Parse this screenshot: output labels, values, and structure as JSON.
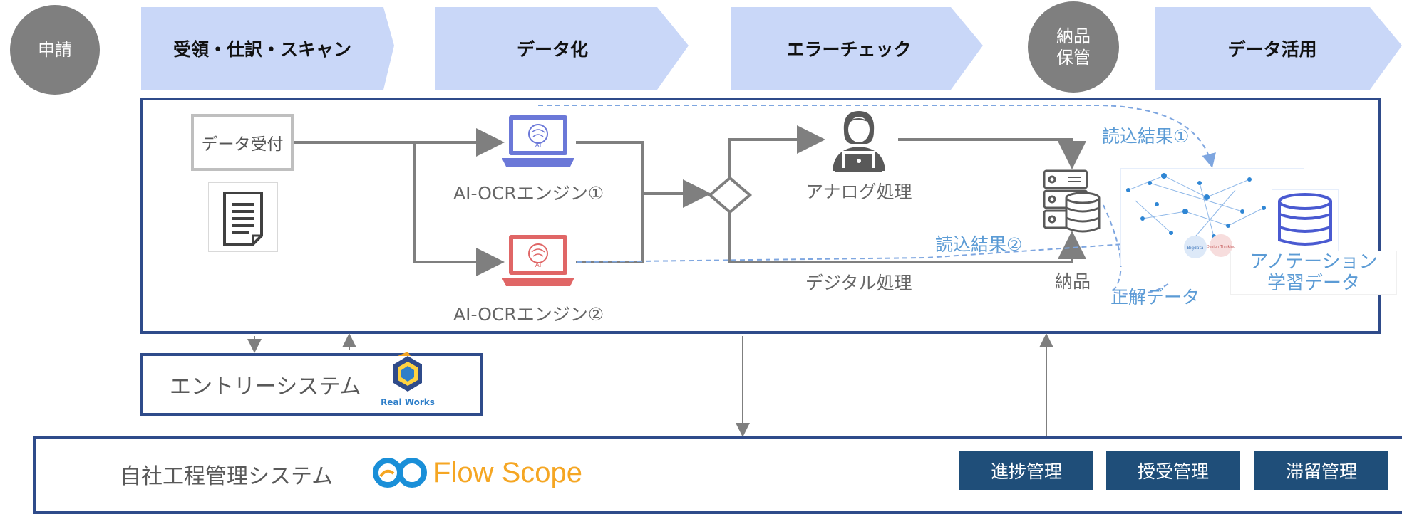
{
  "stages": {
    "apply": "申請",
    "receive": "受領・仕訳・スキャン",
    "datafy": "データ化",
    "error_check": "エラーチェック",
    "delivery_storage": [
      "納品",
      "保管"
    ],
    "data_use": "データ活用"
  },
  "flow": {
    "data_reception": "データ受付",
    "ocr_engine_1": "AI-OCRエンジン①",
    "ocr_engine_2": "AI-OCRエンジン②",
    "analog_processing": "アナログ処理",
    "digital_processing": "デジタル処理",
    "delivery": "納品",
    "read_result_1": "読込結果①",
    "read_result_2": "読込結果②",
    "correct_data": "正解データ",
    "annotation": [
      "アノテーション",
      "学習データ"
    ],
    "ai_label": "AI",
    "network_labels": [
      "Bigdata",
      "Design Thinking"
    ]
  },
  "entry_system": {
    "label": "エントリーシステム",
    "logo_text": "Real Works"
  },
  "process_system": {
    "label": "自社工程管理システム",
    "logo_text": "Flow Scope",
    "buttons": [
      "進捗管理",
      "授受管理",
      "滞留管理"
    ]
  },
  "colors": {
    "chevron": "#c9d7f8",
    "frame": "#2f4b8a",
    "button": "#1f4e79",
    "highlight_blue": "#5b9bd5",
    "ocr1": "#6b78d8",
    "ocr2": "#e06666",
    "flowscope_orange": "#f5a623",
    "flowscope_blue": "#1a8fd8"
  }
}
